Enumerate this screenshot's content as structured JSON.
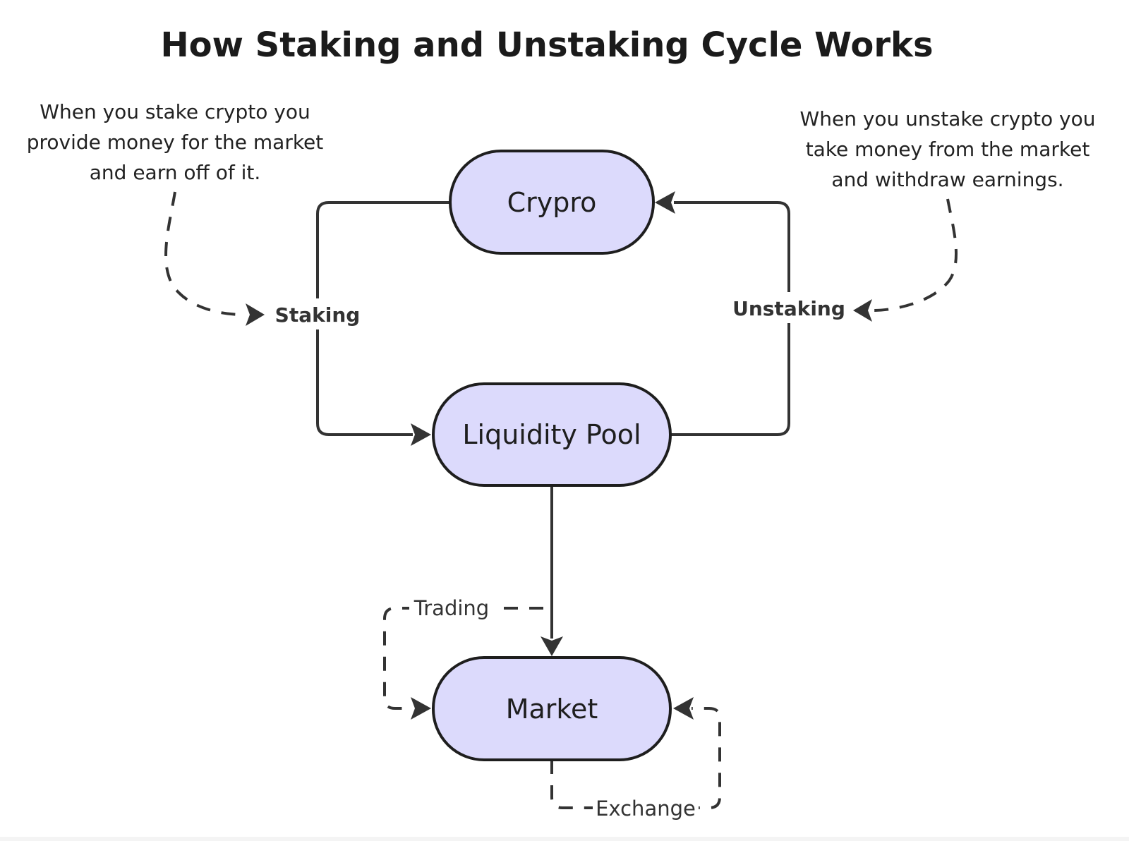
{
  "title": "How Staking and Unstaking Cycle Works",
  "colors": {
    "node_fill": "#dcdafc",
    "node_stroke": "#1e1e1e",
    "edge": "#333333",
    "background": "#ffffff"
  },
  "notes": {
    "stake": {
      "lines": [
        "When you stake crypto you",
        "provide money for the market",
        "and earn off of it."
      ]
    },
    "unstake": {
      "lines": [
        "When you unstake crypto you",
        "take money from the market",
        "and withdraw earnings."
      ]
    }
  },
  "nodes": {
    "crypto": {
      "label": "Crypro",
      "shape": "stadium"
    },
    "liquidity_pool": {
      "label": "Liquidity Pool",
      "shape": "stadium"
    },
    "market": {
      "label": "Market",
      "shape": "stadium"
    }
  },
  "edges": [
    {
      "from": "Crypro",
      "to": "Liquidity Pool",
      "label": "Staking",
      "style": "solid"
    },
    {
      "from": "Liquidity Pool",
      "to": "Crypro",
      "label": "Unstaking",
      "style": "solid"
    },
    {
      "from": "Liquidity Pool",
      "to": "Market",
      "label": "",
      "style": "solid"
    },
    {
      "from": "Market",
      "to": "Market",
      "label": "Trading",
      "style": "dashed"
    },
    {
      "from": "Market",
      "to": "Market",
      "label": "Exchange",
      "style": "dashed"
    },
    {
      "from": "stake-note",
      "to": "Staking",
      "label": "",
      "style": "dashed"
    },
    {
      "from": "unstake-note",
      "to": "Unstaking",
      "label": "",
      "style": "dashed"
    }
  ],
  "edge_labels": {
    "staking": "Staking",
    "unstaking": "Unstaking",
    "trading": "Trading",
    "exchange": "Exchange"
  }
}
